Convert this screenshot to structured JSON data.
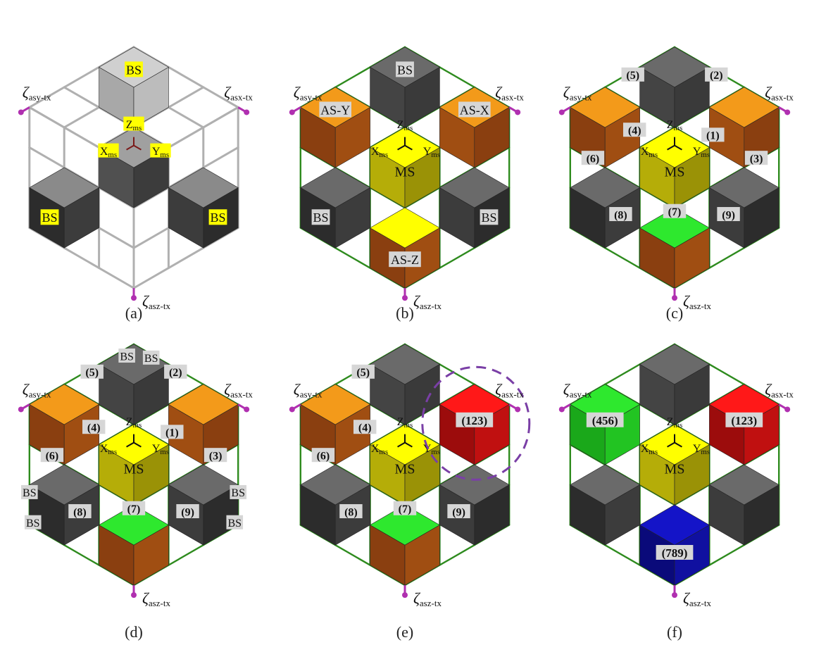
{
  "colors": {
    "grid_green": "#2e8b1e",
    "grid_gray": "#b0b0b0",
    "base_dark": "#2c2c2c",
    "mid_gray": "#6a6a6a",
    "light_gray": "#c8c8c8",
    "green_face": "#2ee82e",
    "orange": "#f39a1a",
    "brown": "#8a3f10",
    "yellow": "#ffff00",
    "olive": "#b5ad08",
    "red": "#ff1818",
    "dark_red": "#9c0c0c",
    "blue": "#1414c8",
    "dark_blue": "#0a0a7a",
    "magenta_pin": "#b030b0",
    "label_bg": "#d6d6d6",
    "highlight_bg": "#ffff00",
    "ellipse": "#7a3fa6"
  },
  "panels": [
    {
      "id": "a",
      "caption": "(a)",
      "center_label": {
        "text": "",
        "style": "none"
      },
      "axes": {
        "z": "Z",
        "x": "X",
        "y": "Y",
        "sub": "ms",
        "style": "yellow"
      },
      "tx_labels": {
        "y": {
          "g": "ζ",
          "s": "asy-tx"
        },
        "x": {
          "g": "ζ",
          "s": "asx-tx"
        },
        "z": {
          "g": "ζ",
          "s": "asz-tx"
        }
      },
      "blocks": {
        "top": "BS",
        "left": "BS",
        "right": "BS"
      }
    },
    {
      "id": "b",
      "caption": "(b)",
      "center_label": {
        "text": "MS"
      },
      "axes": {
        "z": "Z",
        "x": "X",
        "y": "Y",
        "sub": "ms",
        "style": "plain"
      },
      "tx_labels": {
        "y": {
          "g": "ζ",
          "s": "asy-tx"
        },
        "x": {
          "g": "ζ",
          "s": "asx-tx"
        },
        "z": {
          "g": "ζ",
          "s": "asz-tx"
        }
      },
      "blocks": {
        "top": "BS",
        "left": "BS",
        "right": "BS",
        "as_y": "AS-Y",
        "as_x": "AS-X",
        "as_z": "AS-Z"
      }
    },
    {
      "id": "c",
      "caption": "(c)",
      "center_label": {
        "text": "MS"
      },
      "axes": {
        "z": "Z",
        "x": "X",
        "y": "Y",
        "sub": "ms",
        "style": "plain"
      },
      "tx_labels": {
        "y": {
          "g": "ζ",
          "s": "asy-tx"
        },
        "x": {
          "g": "ζ",
          "s": "asx-tx"
        },
        "z": {
          "g": "ζ",
          "s": "asz-tx"
        }
      },
      "numbers": [
        "(1)",
        "(2)",
        "(3)",
        "(4)",
        "(5)",
        "(6)",
        "(7)",
        "(8)",
        "(9)"
      ]
    },
    {
      "id": "d",
      "caption": "(d)",
      "center_label": {
        "text": "MS"
      },
      "axes": {
        "z": "Z",
        "x": "X",
        "y": "Y",
        "sub": "ms",
        "style": "plain"
      },
      "tx_labels": {
        "y": {
          "g": "ζ",
          "s": "asy-tx"
        },
        "x": {
          "g": "ζ",
          "s": "asx-tx"
        },
        "z": {
          "g": "ζ",
          "s": "asz-tx"
        }
      },
      "numbers": [
        "(1)",
        "(2)",
        "(3)",
        "(4)",
        "(5)",
        "(6)",
        "(7)",
        "(8)",
        "(9)"
      ],
      "bs_labels": [
        "BS",
        "BS",
        "BS",
        "BS",
        "BS",
        "BS"
      ]
    },
    {
      "id": "e",
      "caption": "(e)",
      "center_label": {
        "text": "MS"
      },
      "axes": {
        "z": "Z",
        "x": "X",
        "y": "Y",
        "sub": "ms",
        "style": "plain"
      },
      "tx_labels": {
        "y": {
          "g": "ζ",
          "s": "asy-tx"
        },
        "x": {
          "g": "ζ",
          "s": "asx-tx"
        },
        "z": {
          "g": "ζ",
          "s": "asz-tx"
        }
      },
      "numbers": [
        "(4)",
        "(5)",
        "(6)",
        "(7)",
        "(8)",
        "(9)"
      ],
      "group_label": "(123)"
    },
    {
      "id": "f",
      "caption": "(f)",
      "center_label": {
        "text": "MS"
      },
      "axes": {
        "z": "Z",
        "x": "X",
        "y": "Y",
        "sub": "ms",
        "style": "plain"
      },
      "tx_labels": {
        "y": {
          "g": "ζ",
          "s": "asy-tx"
        },
        "x": {
          "g": "ζ",
          "s": "asx-tx"
        },
        "z": {
          "g": "ζ",
          "s": "asz-tx"
        }
      },
      "group_labels": [
        "(456)",
        "(123)",
        "(789)"
      ]
    }
  ]
}
